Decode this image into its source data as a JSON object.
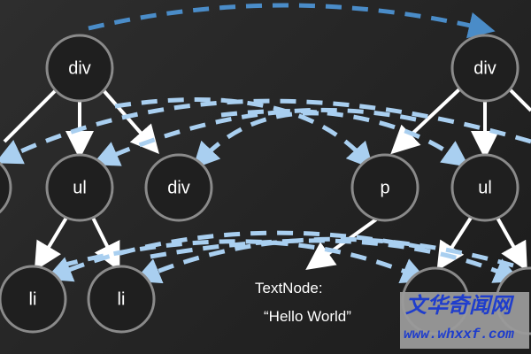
{
  "left_tree": {
    "root": "div",
    "children": [
      "",
      "ul",
      "div"
    ],
    "grandchildren": [
      "li",
      "li"
    ]
  },
  "right_tree": {
    "root": "div",
    "children": [
      "p",
      "ul"
    ],
    "grandchildren": [
      "",
      ""
    ]
  },
  "text_node": {
    "label": "TextNode:",
    "value": "“Hello World”"
  },
  "watermark": {
    "title": "文华奇闻网",
    "url": "www.whxxf.com"
  },
  "colors": {
    "edge": "#ffffff",
    "node_stroke": "#8a8a8a",
    "dash_light": "#a9cff0",
    "dash_dark": "#4a8cc8"
  }
}
